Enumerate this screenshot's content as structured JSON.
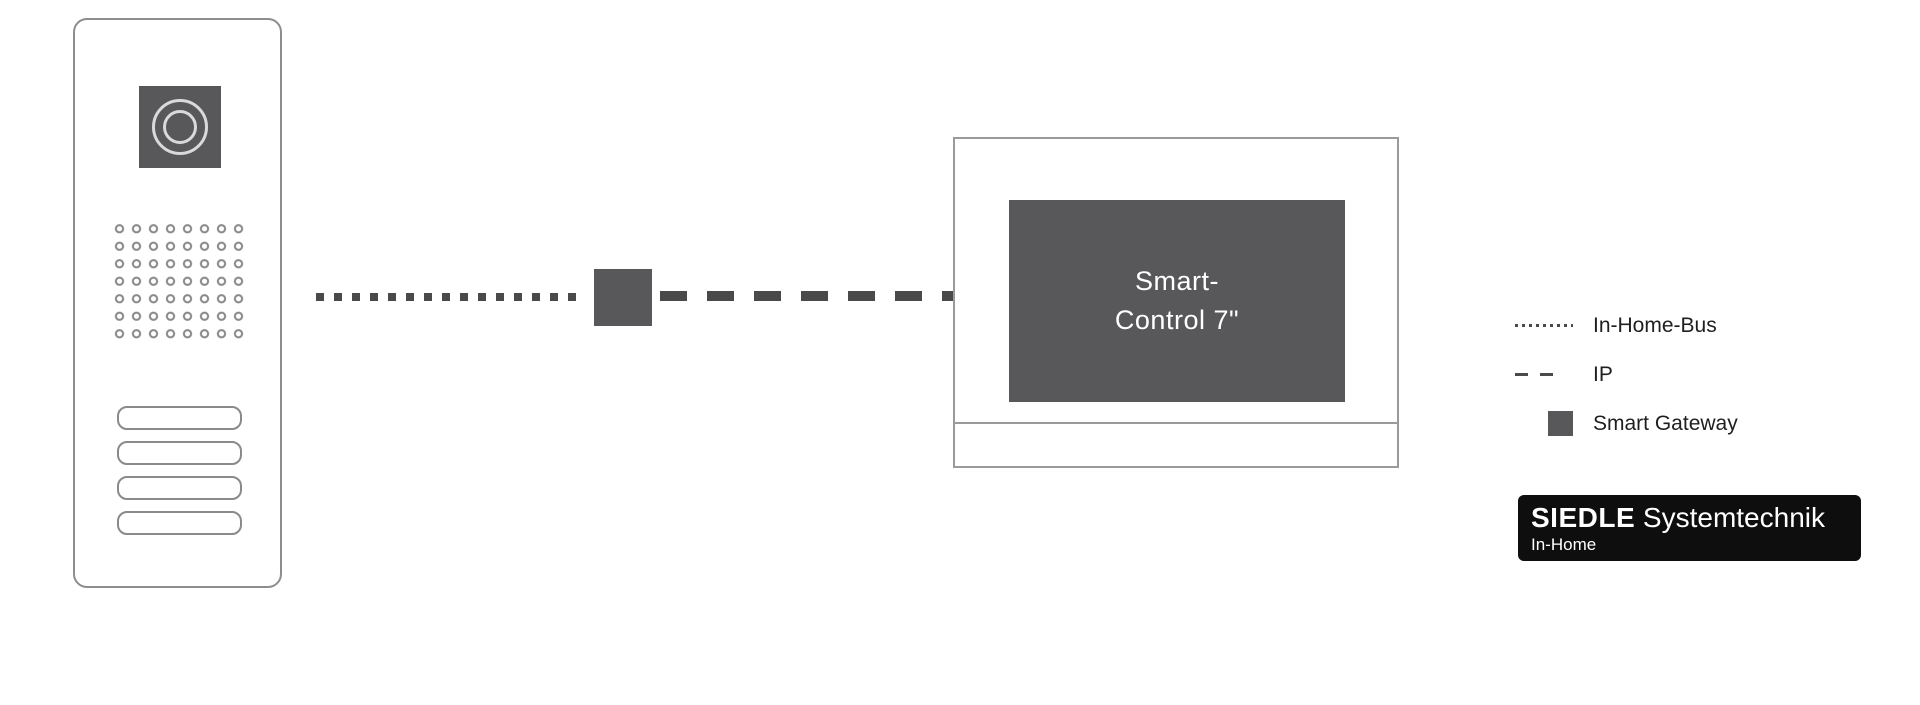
{
  "colors": {
    "device_dark": "#58585a",
    "line": "#4a4a4a",
    "outline": "#8d8d8d",
    "badge_bg": "#0e0e0e"
  },
  "monitor": {
    "label_line1": "Smart-",
    "label_line2": "Control 7\""
  },
  "legend": {
    "items": [
      {
        "style": "dotted",
        "label": "In-Home-Bus"
      },
      {
        "style": "dashed",
        "label": "IP"
      },
      {
        "style": "square",
        "label": "Smart Gateway"
      }
    ]
  },
  "badge": {
    "brand": "SIEDLE",
    "product": "Systemtechnik",
    "line": "In-Home"
  }
}
